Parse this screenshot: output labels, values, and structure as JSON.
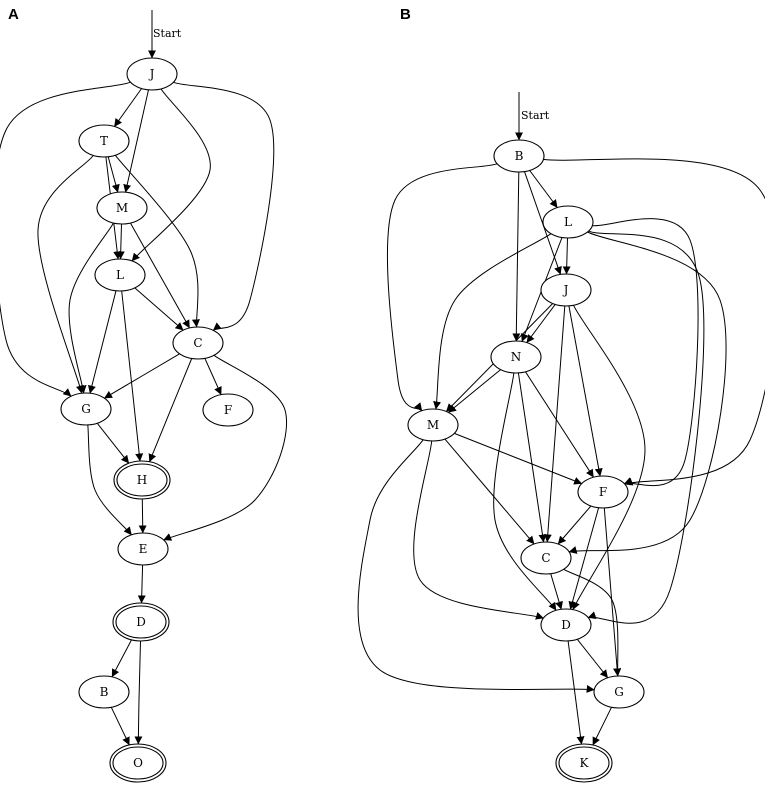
{
  "colors": {
    "line": "#000000",
    "background": "#ffffff"
  },
  "panels": [
    {
      "label": "A",
      "start_label": "Start",
      "start_node": "J",
      "nodes": [
        "J",
        "T",
        "M",
        "L",
        "C",
        "G",
        "F",
        "H",
        "E",
        "D",
        "B",
        "O"
      ],
      "accepting": [
        "H",
        "D",
        "O"
      ],
      "edges": [
        [
          "J",
          "T"
        ],
        [
          "J",
          "M"
        ],
        [
          "J",
          "L"
        ],
        [
          "J",
          "C"
        ],
        [
          "J",
          "G"
        ],
        [
          "T",
          "M"
        ],
        [
          "T",
          "L"
        ],
        [
          "T",
          "C"
        ],
        [
          "T",
          "G"
        ],
        [
          "M",
          "L"
        ],
        [
          "M",
          "C"
        ],
        [
          "M",
          "G"
        ],
        [
          "L",
          "C"
        ],
        [
          "L",
          "G"
        ],
        [
          "L",
          "H"
        ],
        [
          "C",
          "G"
        ],
        [
          "C",
          "F"
        ],
        [
          "C",
          "H"
        ],
        [
          "C",
          "E"
        ],
        [
          "G",
          "H"
        ],
        [
          "G",
          "E"
        ],
        [
          "H",
          "E"
        ],
        [
          "E",
          "D"
        ],
        [
          "D",
          "B"
        ],
        [
          "D",
          "O"
        ],
        [
          "B",
          "O"
        ]
      ]
    },
    {
      "label": "B",
      "start_label": "Start",
      "start_node": "B",
      "nodes": [
        "B",
        "L",
        "J",
        "N",
        "M",
        "F",
        "C",
        "D",
        "G",
        "K"
      ],
      "accepting": [
        "K"
      ],
      "edges": [
        [
          "B",
          "L"
        ],
        [
          "B",
          "J"
        ],
        [
          "B",
          "N"
        ],
        [
          "B",
          "M"
        ],
        [
          "B",
          "F"
        ],
        [
          "L",
          "J"
        ],
        [
          "L",
          "N"
        ],
        [
          "L",
          "M"
        ],
        [
          "L",
          "F"
        ],
        [
          "L",
          "C"
        ],
        [
          "L",
          "D"
        ],
        [
          "J",
          "N"
        ],
        [
          "J",
          "M"
        ],
        [
          "J",
          "F"
        ],
        [
          "J",
          "C"
        ],
        [
          "J",
          "D"
        ],
        [
          "N",
          "M"
        ],
        [
          "N",
          "F"
        ],
        [
          "N",
          "C"
        ],
        [
          "N",
          "D"
        ],
        [
          "M",
          "F"
        ],
        [
          "M",
          "C"
        ],
        [
          "M",
          "D"
        ],
        [
          "M",
          "G"
        ],
        [
          "F",
          "C"
        ],
        [
          "F",
          "D"
        ],
        [
          "F",
          "G"
        ],
        [
          "C",
          "D"
        ],
        [
          "C",
          "G"
        ],
        [
          "D",
          "G"
        ],
        [
          "D",
          "K"
        ],
        [
          "G",
          "K"
        ]
      ]
    }
  ]
}
